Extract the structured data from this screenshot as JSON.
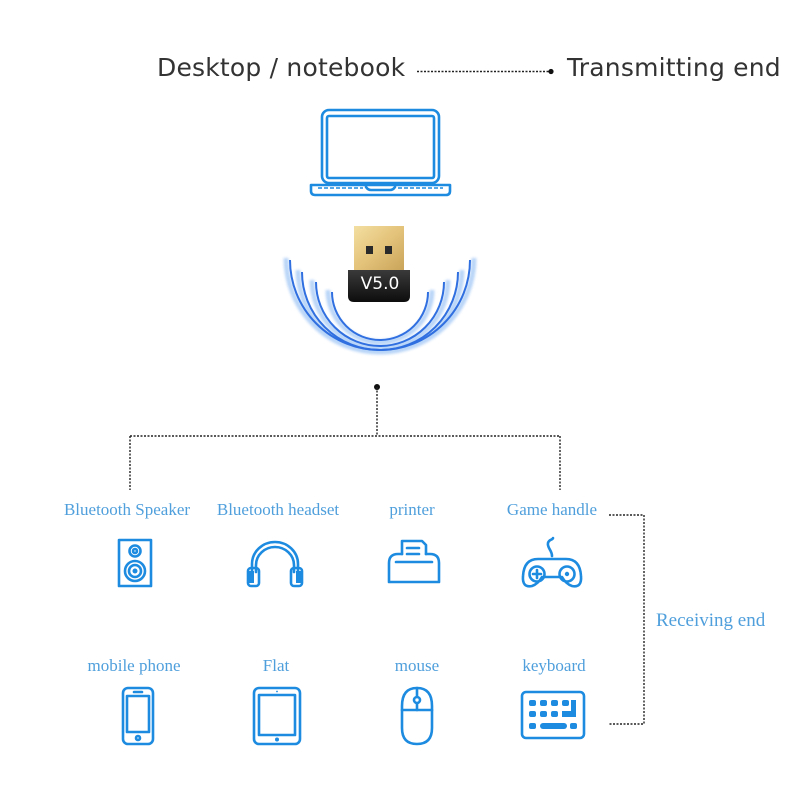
{
  "header": {
    "source_label": "Desktop / notebook",
    "role_label": "Transmitting end"
  },
  "adapter": {
    "version_label": "V5.0"
  },
  "receiving": {
    "label": "Receiving end"
  },
  "devices": [
    {
      "label": "Bluetooth Speaker",
      "icon": "speaker-icon"
    },
    {
      "label": "Bluetooth headset",
      "icon": "headphones-icon"
    },
    {
      "label": "printer",
      "icon": "printer-icon"
    },
    {
      "label": "Game handle",
      "icon": "gamepad-icon"
    },
    {
      "label": "mobile phone",
      "icon": "phone-icon"
    },
    {
      "label": "Flat",
      "icon": "tablet-icon"
    },
    {
      "label": "mouse",
      "icon": "mouse-icon"
    },
    {
      "label": "keyboard",
      "icon": "keyboard-icon"
    }
  ],
  "colors": {
    "icon_blue": "#1d8be0",
    "label_blue": "#4f9fdc",
    "text_dark": "#333333"
  }
}
